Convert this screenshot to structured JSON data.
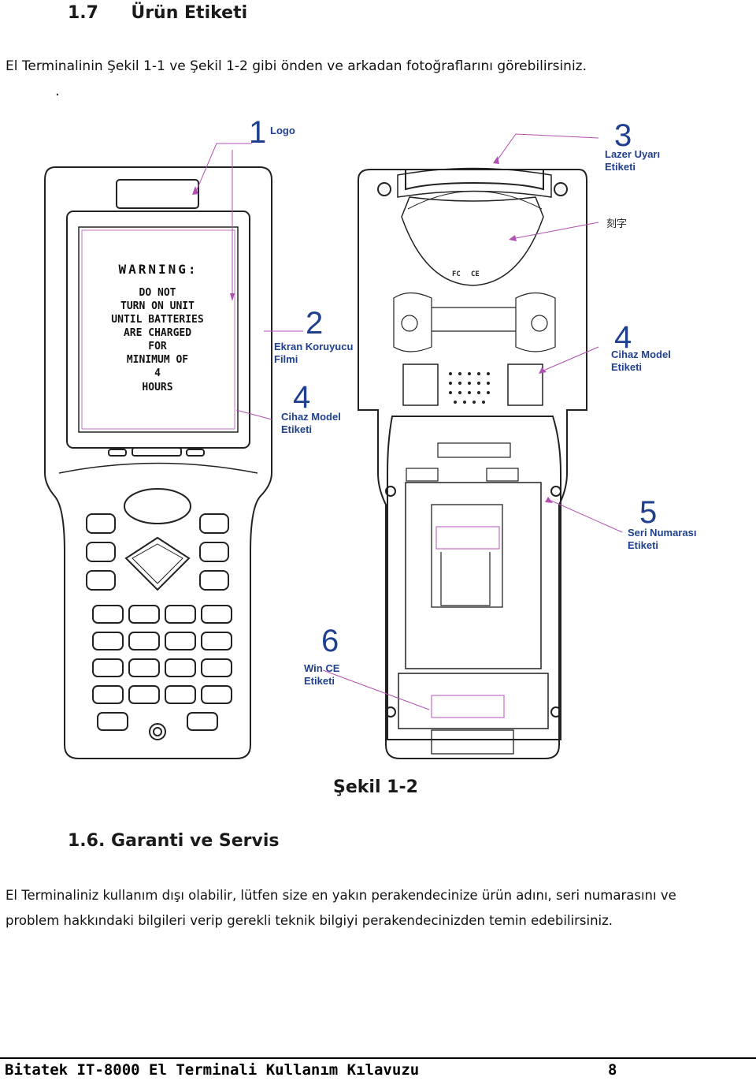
{
  "heading": {
    "number": "1.7",
    "title": "Ürün Etiketi"
  },
  "intro": "El Terminalinin Şekil 1-1 ve Şekil 1-2 gibi önden ve arkadan fotoğraflarını görebilirsiniz.",
  "intro_dot": ".",
  "figure": {
    "callouts": [
      {
        "num": "1",
        "label": "Logo"
      },
      {
        "num": "2",
        "label": "Ekran Koruyucu Filmi"
      },
      {
        "num": "3",
        "label": "Lazer Uyarı Etiketi"
      },
      {
        "num": "4",
        "label": "Cihaz Model Etiketi"
      },
      {
        "num": "5",
        "label": "Seri Numarası Etiketi"
      },
      {
        "num": "6",
        "label": "Win CE Etiketi"
      }
    ],
    "engraving_label": "刻字",
    "screen_warning": [
      "WARNING:",
      "DO NOT",
      "TURN ON UNIT",
      "UNTIL BATTERIES",
      "ARE CHARGED",
      "FOR",
      "MINIMUM OF",
      "4",
      "HOURS"
    ],
    "caption": "Şekil 1-2"
  },
  "section": {
    "number": "1.6.",
    "title": "Garanti ve Servis"
  },
  "paragraph": "El Terminaliniz kullanım dışı olabilir, lütfen size en yakın perakendecinize ürün adını, seri numarasını ve problem hakkındaki bilgileri verip gerekli teknik bilgiyi perakendecinizden temin edebilirsiniz.",
  "paragraph_lines": [
    "El Terminaliniz kullanım dışı olabilir, lütfen size en yakın perakendecinize ürün adını, seri numarasını ve",
    "problem hakkındaki bilgileri verip gerekli teknik bilgiyi perakendecinizden temin edebilirsiniz."
  ],
  "footer": {
    "title": "Bitatek IT-8000 El Terminali Kullanım Kılavuzu",
    "page": "8"
  }
}
